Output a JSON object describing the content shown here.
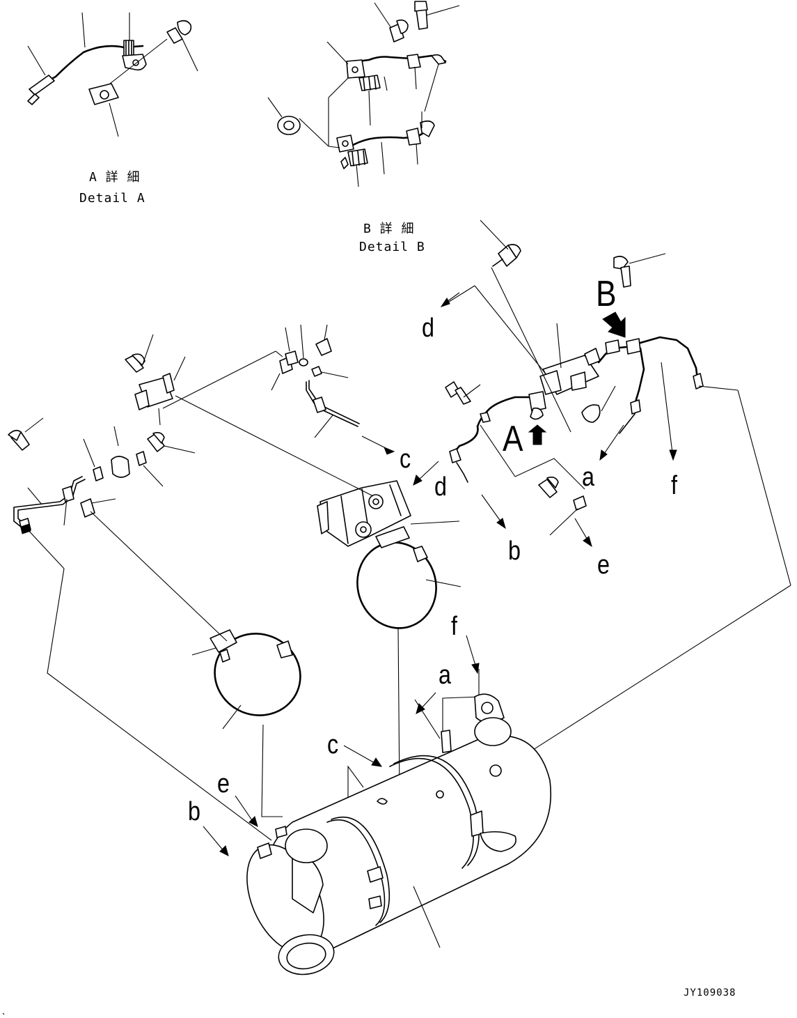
{
  "details": {
    "a": {
      "jp": "A 詳 細",
      "en": "Detail A"
    },
    "b": {
      "jp": "B 詳 細",
      "en": "Detail B"
    }
  },
  "view_markers": {
    "a": "A",
    "b": "B"
  },
  "connection_labels": {
    "d_top": "d",
    "c_mid": "c",
    "d_mid": "d",
    "a_right": "a",
    "f_right": "f",
    "b_mid": "b",
    "e_mid": "e",
    "f_low": "f",
    "a_low": "a",
    "c_low": "c",
    "e_low": "e",
    "b_low": "b"
  },
  "drawing_number": "JY109038"
}
